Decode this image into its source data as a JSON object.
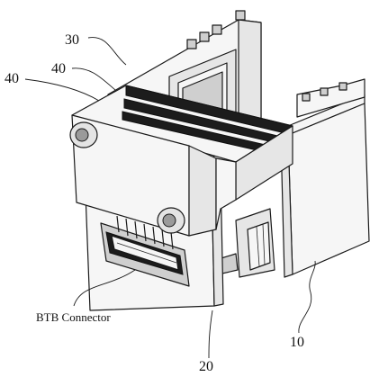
{
  "labels": {
    "ref_30": "30",
    "ref_40_left": "40",
    "ref_40_upper": "40",
    "ref_10": "10",
    "ref_20": "20",
    "connector": "BTB Connector"
  }
}
